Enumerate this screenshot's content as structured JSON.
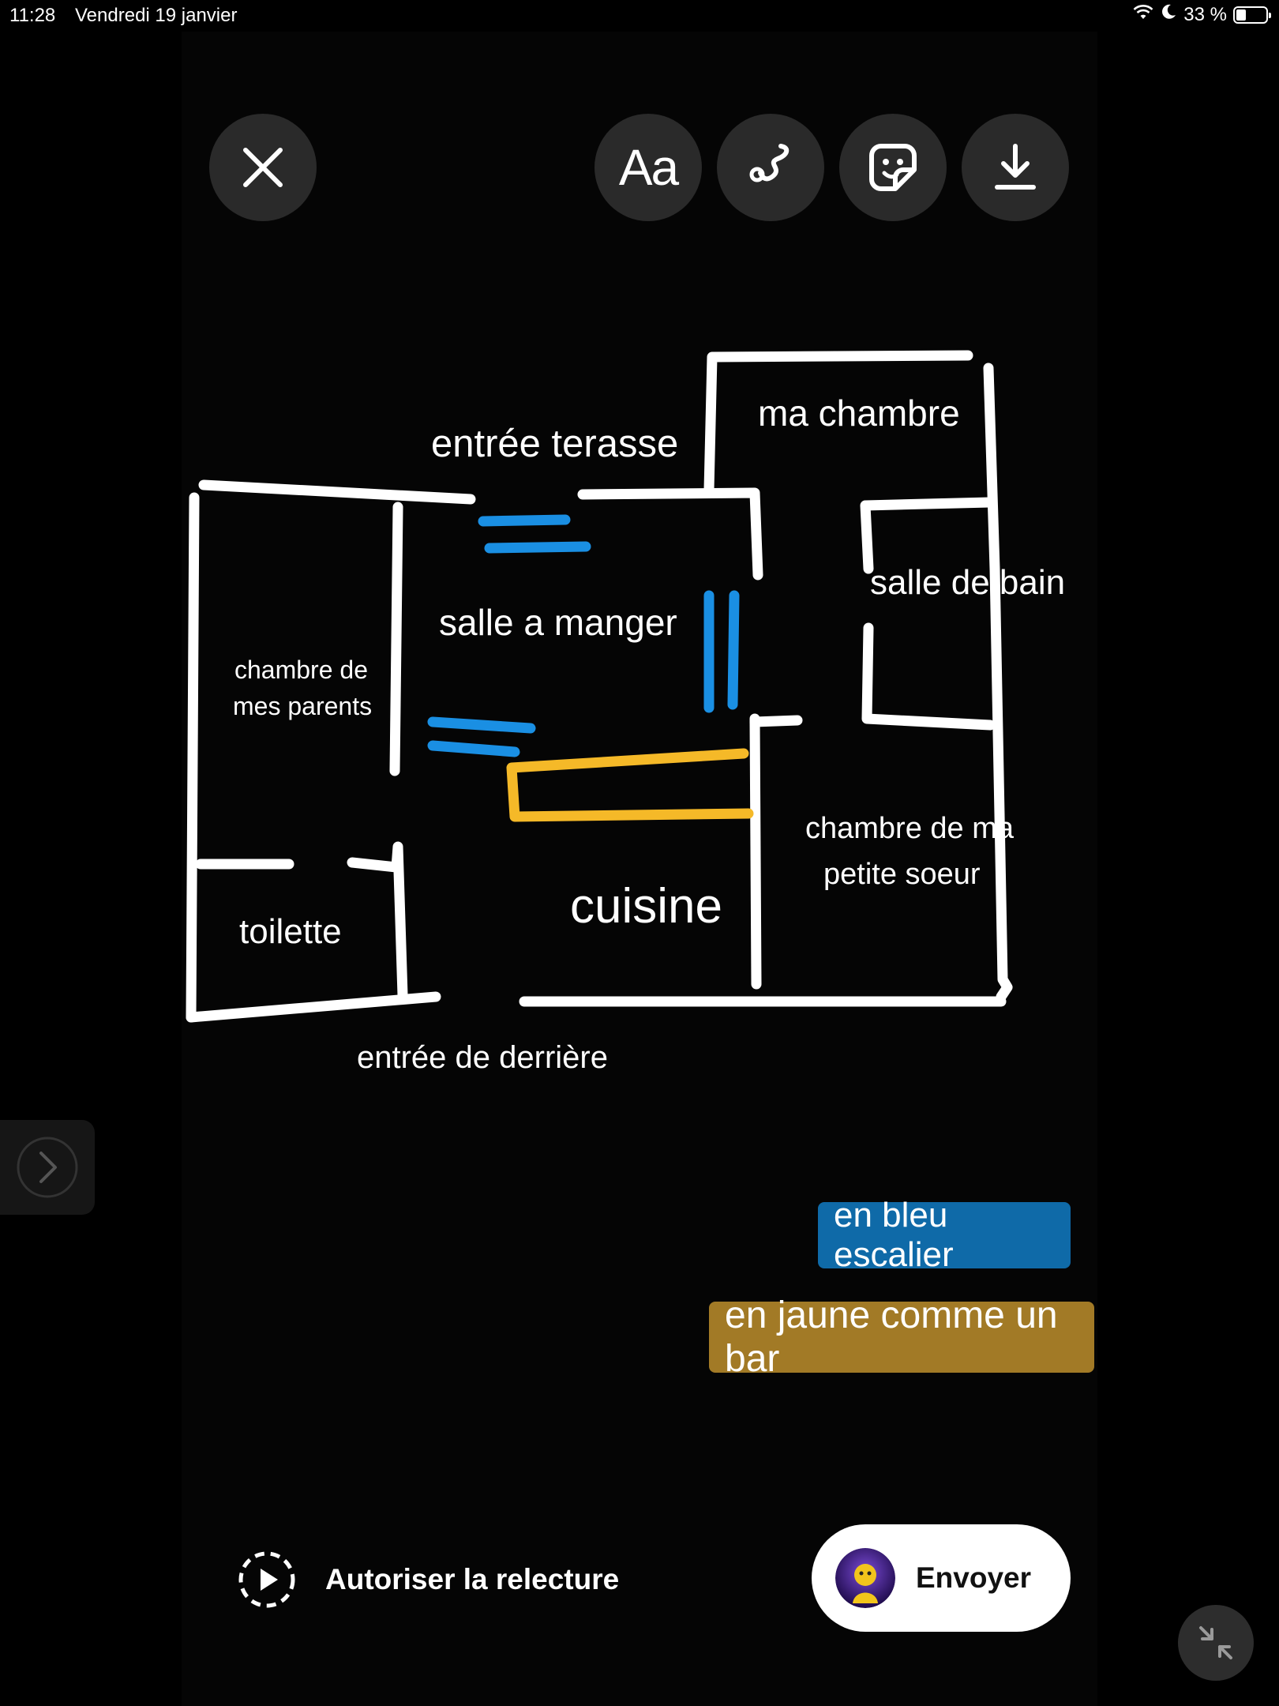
{
  "status_bar": {
    "time": "11:28",
    "date": "Vendredi 19 janvier",
    "battery": "33 %",
    "battery_level": 0.33
  },
  "toolbar": {
    "close_icon": "close-icon",
    "text_label": "Aa",
    "draw_icon": "scribble-icon",
    "sticker_icon": "sticker-icon",
    "download_icon": "download-icon"
  },
  "floor_plan": {
    "rooms": {
      "ma_chambre": "ma chambre",
      "entree_terasse": "entrée terasse",
      "salle_de_bain": "salle de bain",
      "salle_a_manger": "salle a manger",
      "chambre_parents_line1": "chambre de",
      "chambre_parents_line2": "mes parents",
      "chambre_soeur_line1": "chambre de ma",
      "chambre_soeur_line2": "petite soeur",
      "cuisine": "cuisine",
      "toilette": "toilette",
      "entree_derriere": "entrée de derrière"
    },
    "colors": {
      "walls": "#ffffff",
      "stairs": "#1a8fe3",
      "bar": "#f5b928"
    }
  },
  "tags": {
    "blue": {
      "text": "en bleu escalier",
      "color": "#0f6aa8"
    },
    "yellow": {
      "text": "en jaune comme un bar",
      "color": "#a27a26"
    }
  },
  "bottom": {
    "replay_label": "Autoriser la relecture",
    "send_label": "Envoyer"
  }
}
